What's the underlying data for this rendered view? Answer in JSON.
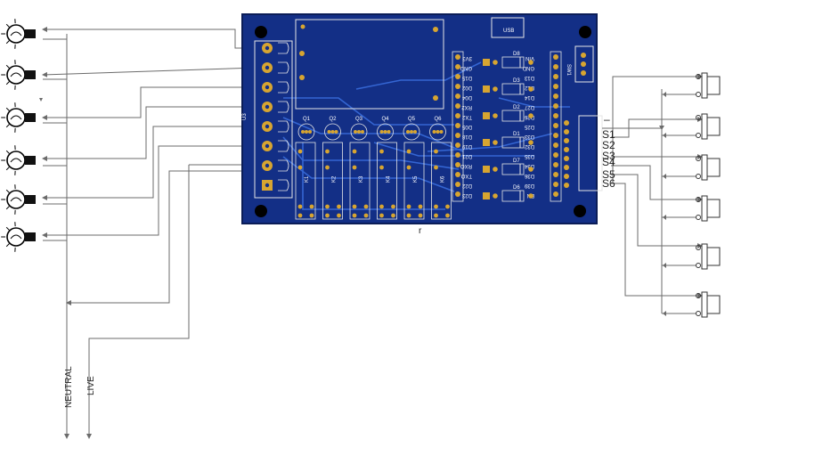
{
  "colors": {
    "board": "#132f86",
    "pad": "#d7a531",
    "track": "#3a6fe0",
    "wire": "#6b6b6b"
  },
  "pcb": {
    "usb_label": "USB",
    "u3_label": "U3",
    "k1_label": "K1",
    "sw1_label": "SW1",
    "transistors": [
      "Q1",
      "Q2",
      "Q3",
      "Q4",
      "Q5",
      "Q6"
    ],
    "relays": [
      "K1",
      "K2",
      "K3",
      "K4",
      "K5",
      "K6"
    ],
    "diodes": [
      "D8",
      "D3",
      "D2",
      "D1",
      "D7",
      "D6"
    ],
    "esp_left_pins": [
      "3V3",
      "GND",
      "D15",
      "D02",
      "D04",
      "RX2",
      "TX2",
      "D05",
      "D18",
      "D19",
      "D21",
      "RXO",
      "TXO",
      "D22",
      "D23"
    ],
    "esp_right_pins": [
      "VIN",
      "GND",
      "D13",
      "D12",
      "D14",
      "D27",
      "D26",
      "D25",
      "D33",
      "D32",
      "D35",
      "D34",
      "D36",
      "D39",
      "EN"
    ],
    "bottom_mark": "r"
  },
  "switch_labels": [
    "S1",
    "S2",
    "S3",
    "S4",
    "S5",
    "S6"
  ],
  "dash_label": "–",
  "neutral_label": "NEUTRAL",
  "live_label": "LIVE",
  "icons": {
    "lamp": "bulb-icon",
    "switch": "push-button-icon"
  }
}
